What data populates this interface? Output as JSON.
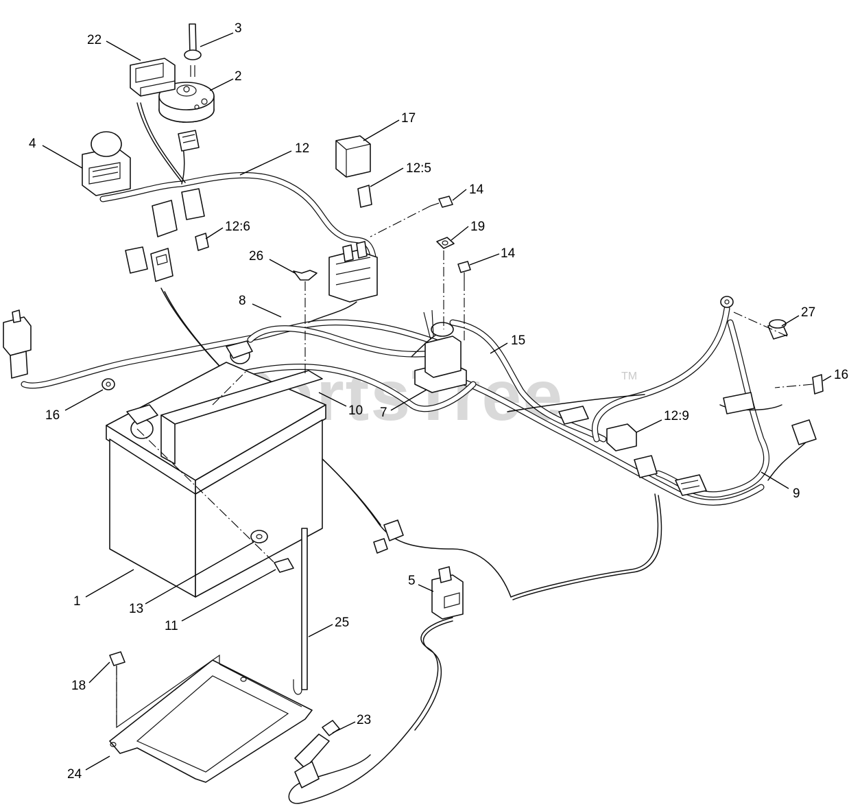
{
  "watermark": {
    "text": "PartsTree",
    "trademark": "TM"
  },
  "callouts": {
    "c1": "1",
    "c2": "2",
    "c3": "3",
    "c4": "4",
    "c5": "5",
    "c7": "7",
    "c8": "8",
    "c9": "9",
    "c10": "10",
    "c11": "11",
    "c12": "12",
    "c12_5": "12:5",
    "c12_6": "12:6",
    "c12_9": "12:9",
    "c13": "13",
    "c14a": "14",
    "c14b": "14",
    "c15": "15",
    "c16a": "16",
    "c16b": "16",
    "c17": "17",
    "c18": "18",
    "c19": "19",
    "c22": "22",
    "c23": "23",
    "c24": "24",
    "c25": "25",
    "c26": "26",
    "c27": "27"
  },
  "colors": {
    "line": "#111111",
    "watermark": "#c9c9c9",
    "background": "#ffffff"
  }
}
